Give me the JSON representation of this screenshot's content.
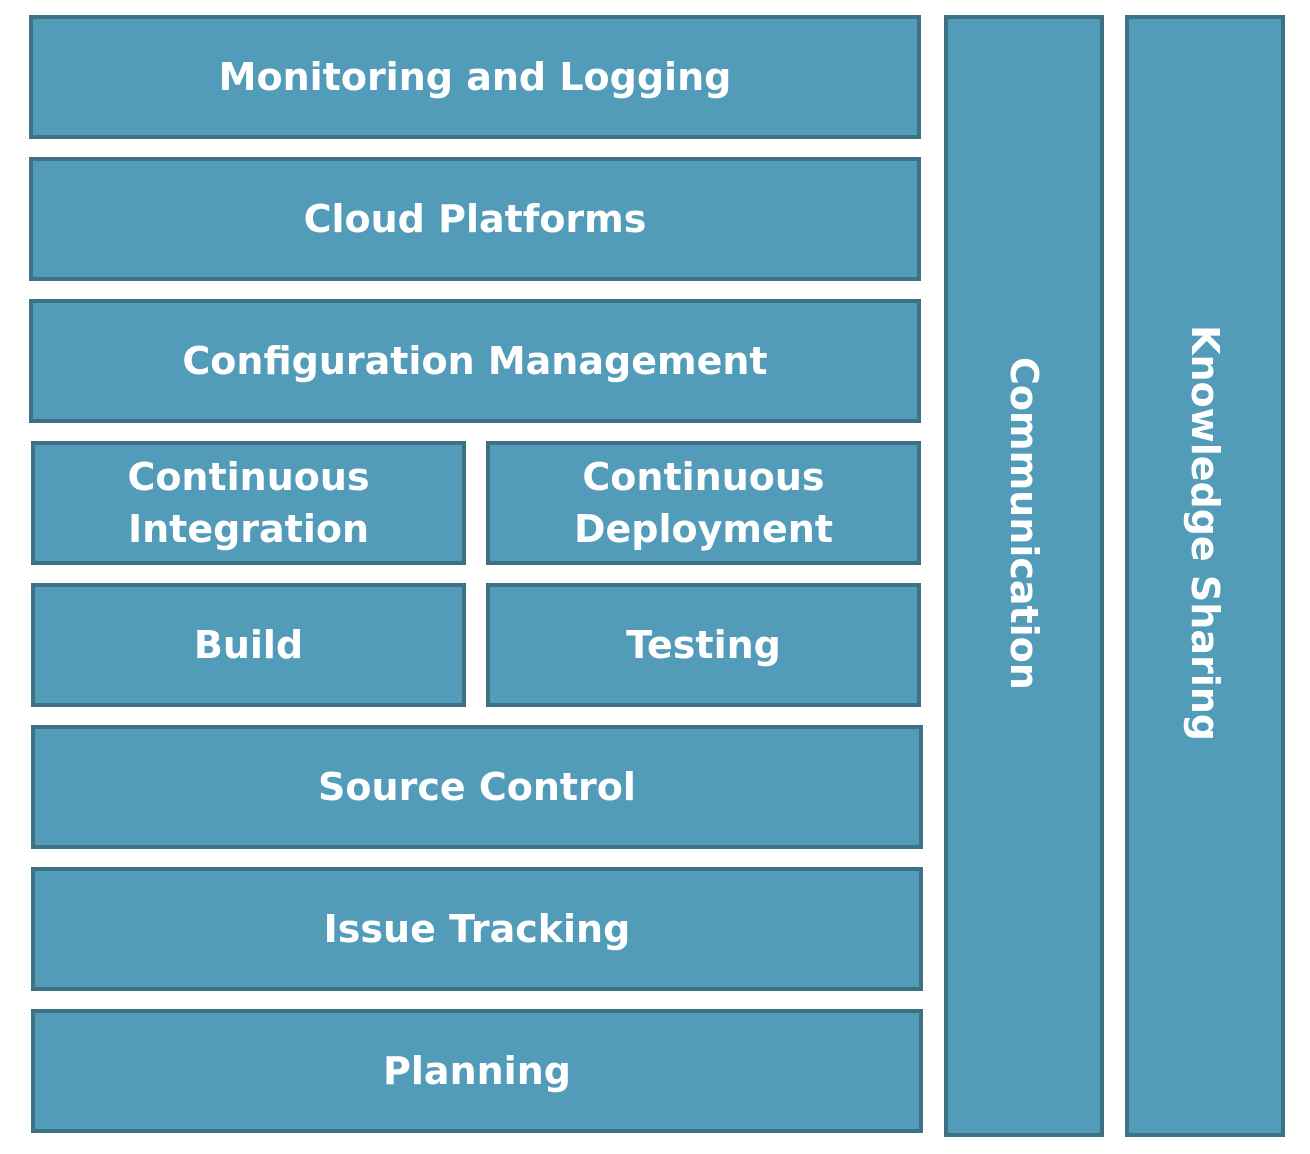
{
  "diagram": {
    "stack": {
      "monitoring": "Monitoring and Logging",
      "cloud": "Cloud Platforms",
      "configuration": "Configuration Management",
      "continuous_integration": [
        "Continuous",
        "Integration"
      ],
      "continuous_deployment": [
        "Continuous",
        "Deployment"
      ],
      "build": "Build",
      "testing": "Testing",
      "source_control": "Source Control",
      "issue_tracking": "Issue Tracking",
      "planning": "Planning"
    },
    "pillars": {
      "communication": "Communication",
      "knowledge_sharing": "Knowledge Sharing"
    },
    "colors": {
      "block_fill": "#529cb9",
      "block_border": "#3d7284",
      "text": "#ffffff"
    }
  }
}
